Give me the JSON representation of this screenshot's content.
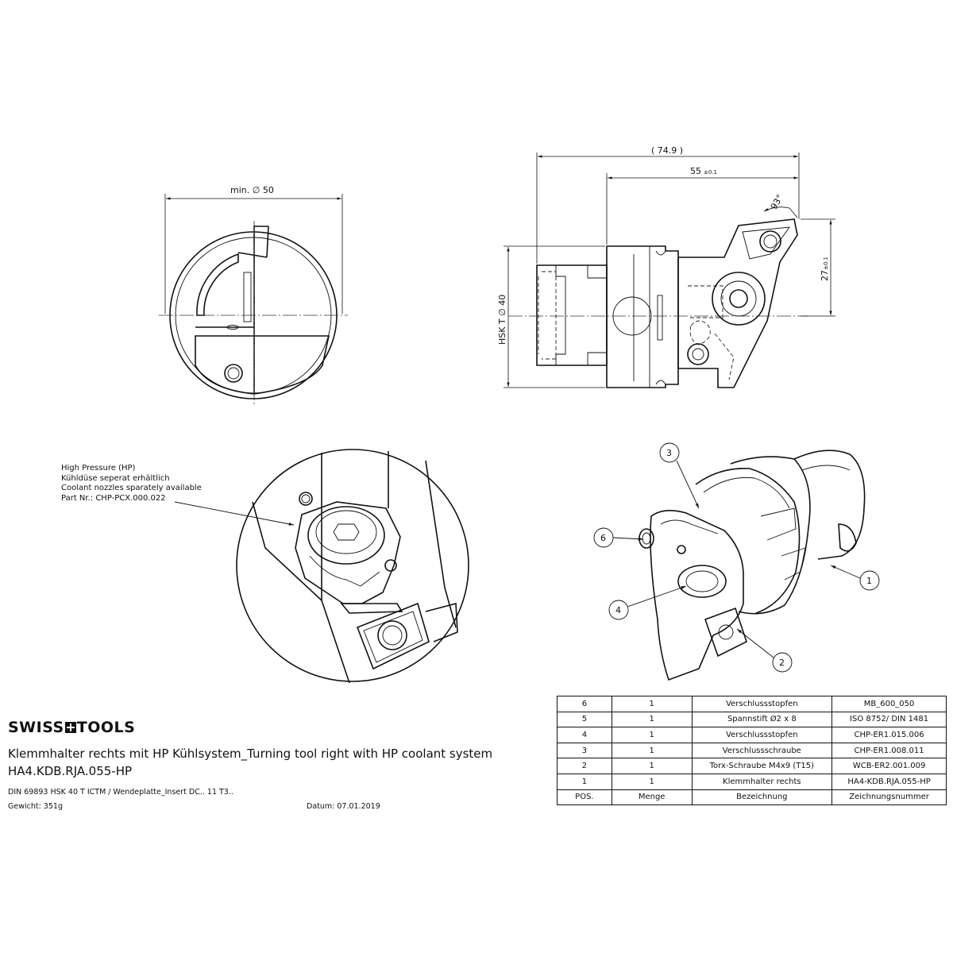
{
  "dimensions": {
    "min_diameter": "min. ∅ 50",
    "overall_length": "( 74.9 )",
    "length_55": "55",
    "length_55_tol": "±0.1",
    "angle": "93°",
    "height_27": "27",
    "height_27_tol": "±0.1",
    "hsk": "HSK T ∅ 40"
  },
  "note": {
    "lines": [
      "High Pressure (HP)",
      "Kühldüse seperat erhältlich",
      "Coolant nozzles sparately available",
      "Part Nr.: CHP-PCX.000.022"
    ]
  },
  "balloons": [
    "1",
    "2",
    "3",
    "4",
    "6"
  ],
  "brand": {
    "left": "SWISS",
    "right": "TOOLS"
  },
  "title": {
    "line1": "Klemmhalter rechts mit HP Kühlsystem_Turning tool right with HP coolant system",
    "line2": "HA4.KDB.RJA.055-HP"
  },
  "spec": "DIN 69893 HSK 40 T ICTM / Wendeplatte_Insert DC.. 11 T3..",
  "weight": "Gewicht: 351g",
  "date": "Datum: 07.01.2019",
  "bom": {
    "rows": [
      [
        "6",
        "1",
        "Verschlussstopfen",
        "MB_600_050"
      ],
      [
        "5",
        "1",
        "Spannstift Ø2 x 8",
        "ISO 8752/ DIN 1481"
      ],
      [
        "4",
        "1",
        "Verschlussstopfen",
        "CHP-ER1.015.006"
      ],
      [
        "3",
        "1",
        "Verschlussschraube",
        "CHP-ER1.008.011"
      ],
      [
        "2",
        "1",
        "Torx-Schraube M4x9 (T15)",
        "WCB-ER2.001.009"
      ],
      [
        "1",
        "1",
        "Klemmhalter rechts",
        "HA4-KDB.RJA.055-HP"
      ]
    ],
    "header": [
      "POS.",
      "Menge",
      "Bezeichnung",
      "Zeichnungsnummer"
    ]
  }
}
